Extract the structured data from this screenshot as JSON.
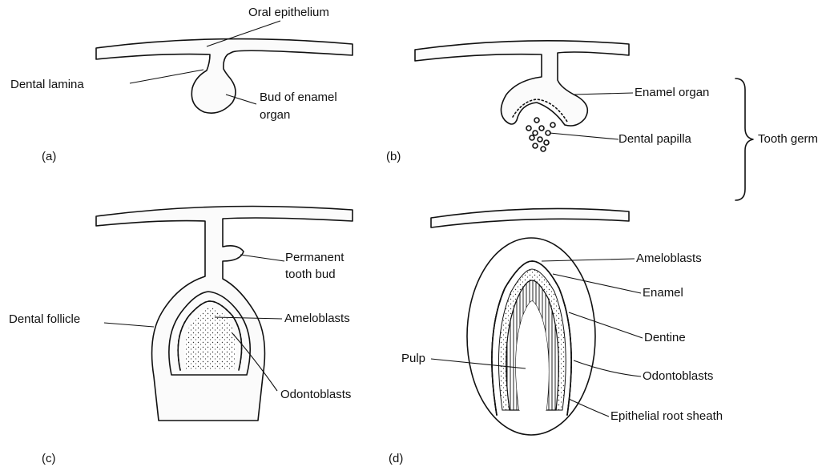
{
  "panels": [
    {
      "id": "a",
      "letter": "(a)",
      "labels": {
        "oral_epithelium": "Oral epithelium",
        "dental_lamina": "Dental lamina",
        "bud": "Bud of enamel\norgan"
      }
    },
    {
      "id": "b",
      "letter": "(b)",
      "labels": {
        "enamel_organ": "Enamel organ",
        "dental_papilla": "Dental papilla",
        "tooth_germ": "Tooth germ"
      }
    },
    {
      "id": "c",
      "letter": "(c)",
      "labels": {
        "permanent_tooth_bud": "Permanent\ntooth bud",
        "dental_follicle": "Dental follicle",
        "ameloblasts": "Ameloblasts",
        "odontoblasts": "Odontoblasts"
      }
    },
    {
      "id": "d",
      "letter": "(d)",
      "labels": {
        "ameloblasts": "Ameloblasts",
        "enamel": "Enamel",
        "dentine": "Dentine",
        "pulp": "Pulp",
        "odontoblasts": "Odontoblasts",
        "root_sheath": "Epithelial root sheath"
      }
    }
  ]
}
